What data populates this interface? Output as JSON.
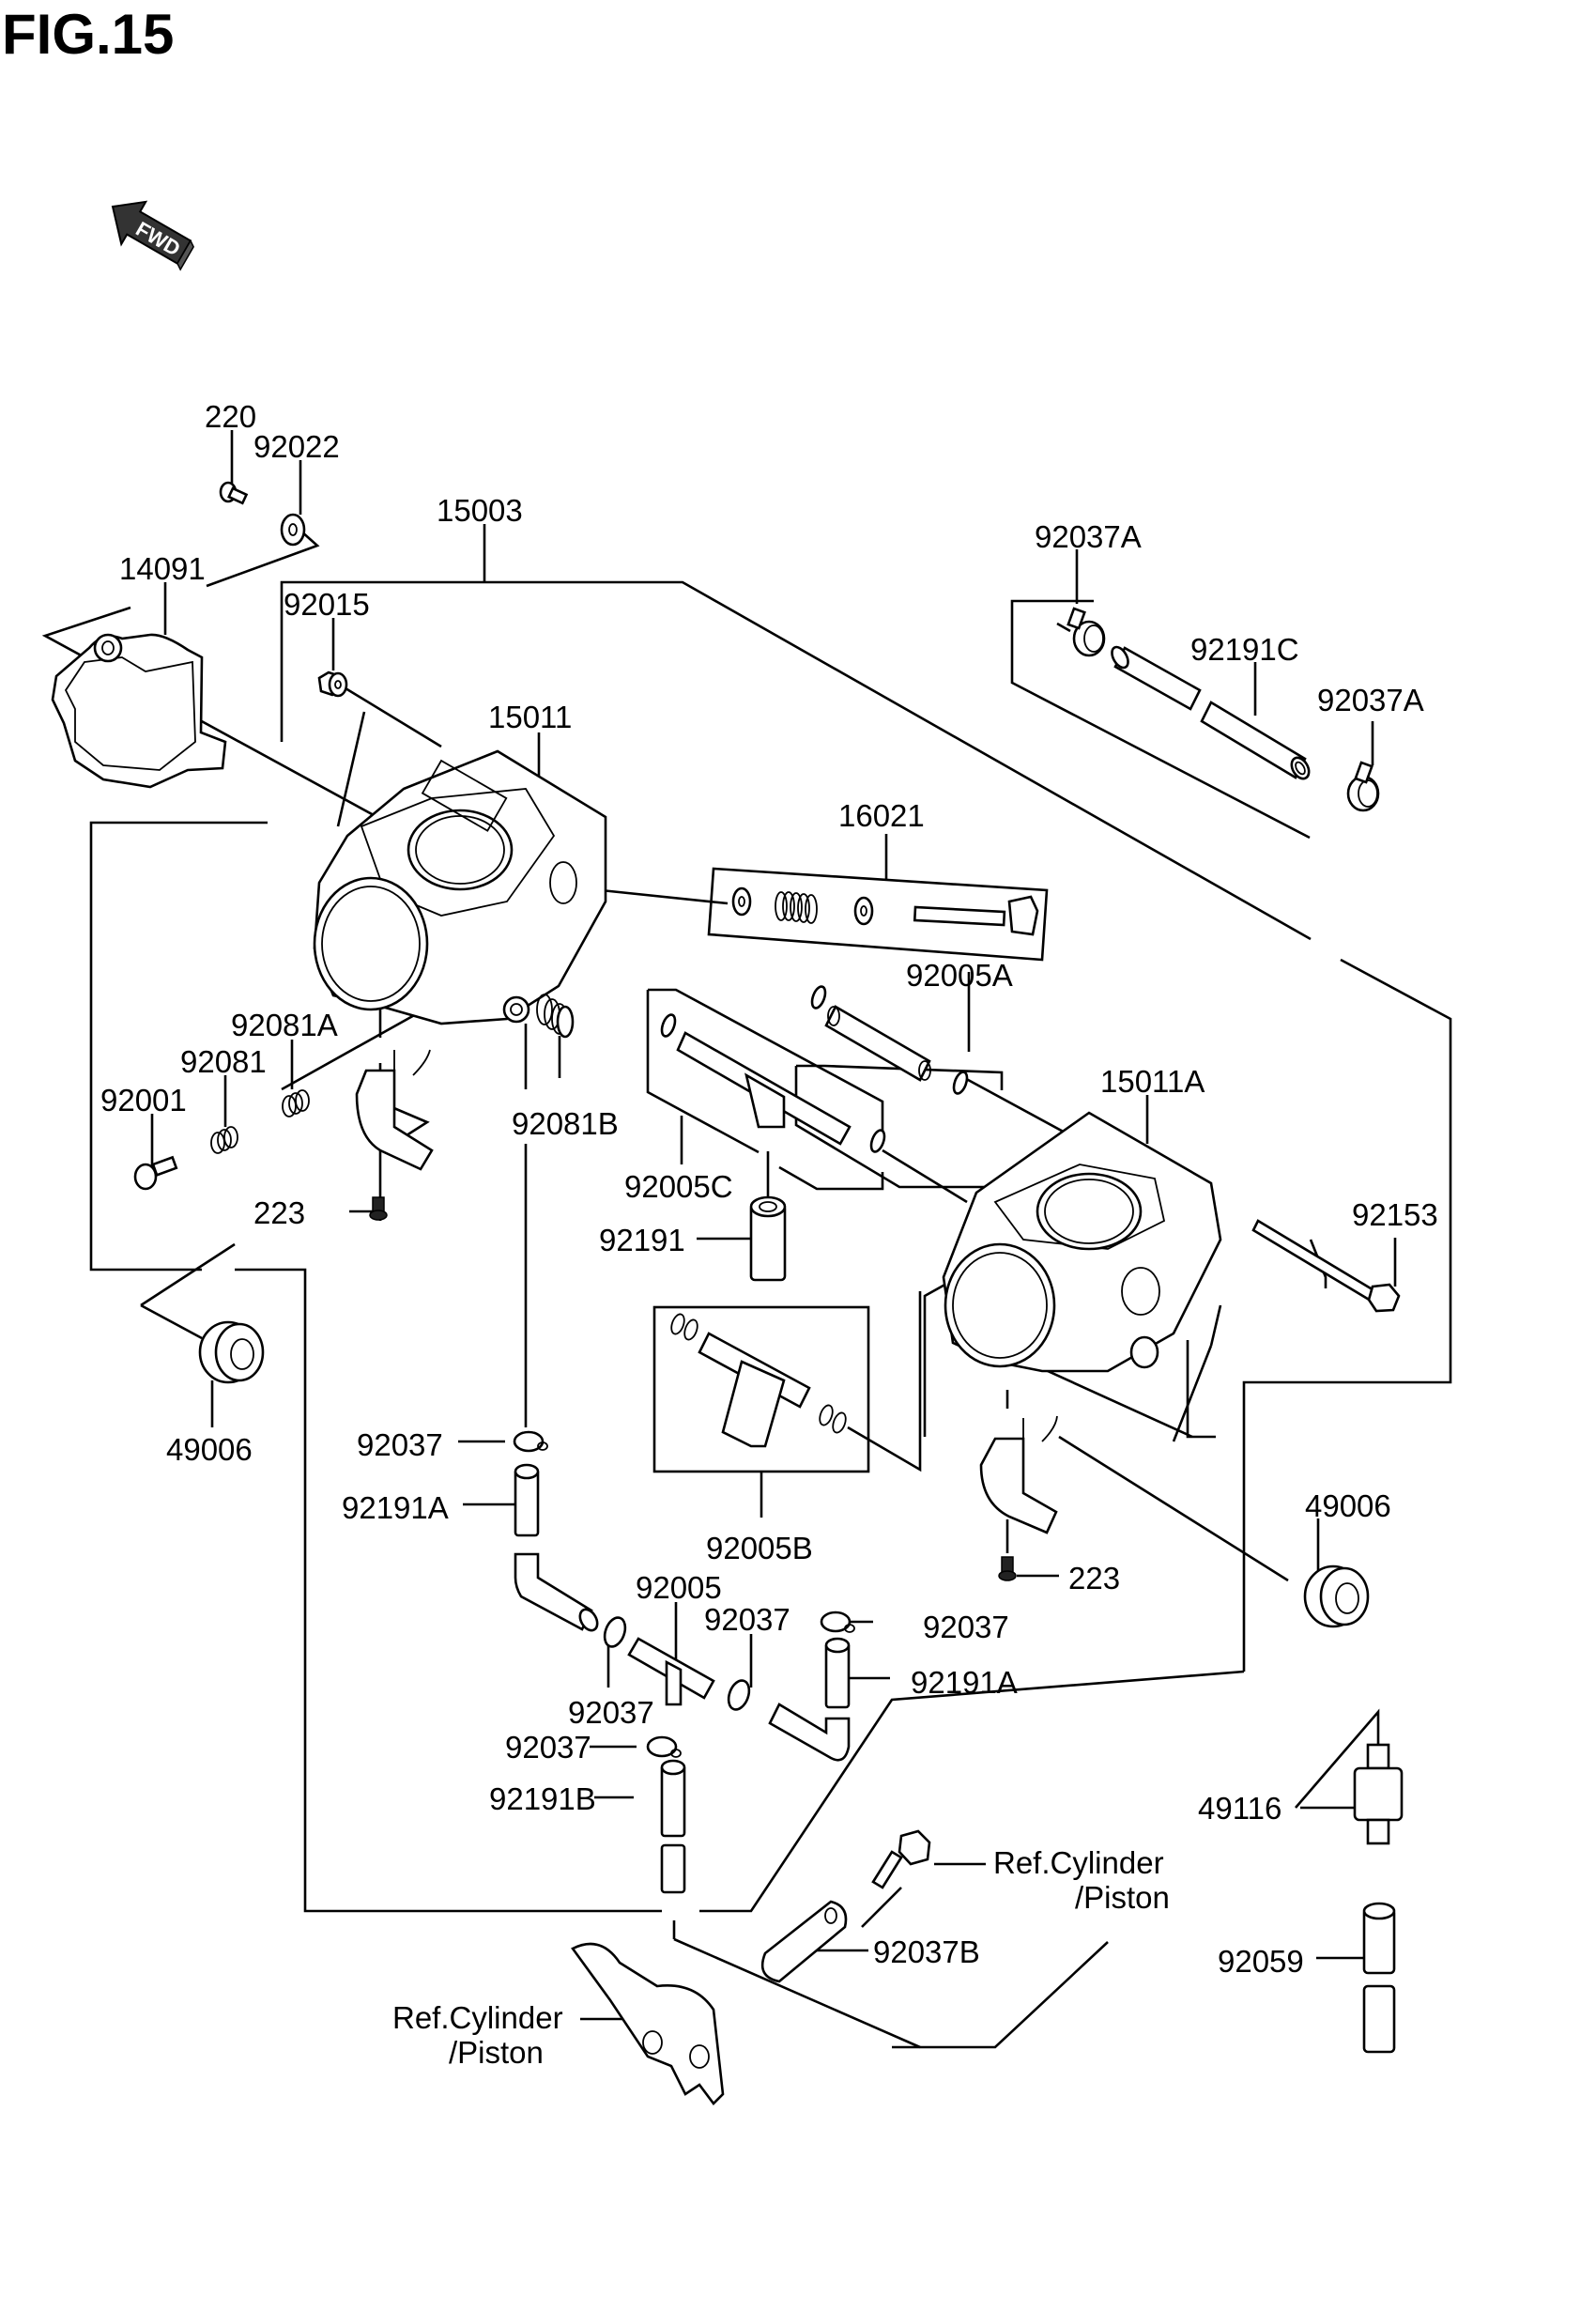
{
  "figure": {
    "title": "FIG.15",
    "direction_indicator": "FWD"
  },
  "labels": {
    "p220": "220",
    "p92022": "92022",
    "p15003": "15003",
    "p14091": "14091",
    "p92015": "92015",
    "p15011": "15011",
    "p92037A_top": "92037A",
    "p92191C": "92191C",
    "p92037A_right": "92037A",
    "p16021": "16021",
    "p92005A": "92005A",
    "p15011A": "15011A",
    "p92081A": "92081A",
    "p92081": "92081",
    "p92001": "92001",
    "p92081B": "92081B",
    "p223_left": "223",
    "p92005C": "92005C",
    "p92191": "92191",
    "p92153": "92153",
    "p49006_left": "49006",
    "p92037_a": "92037",
    "p92191A_left": "92191A",
    "p92005B": "92005B",
    "p49006_right": "49006",
    "p223_right": "223",
    "p92005": "92005",
    "p92037_b": "92037",
    "p92037_c": "92037",
    "p92037_d": "92037",
    "p92191A_right": "92191A",
    "p92037_e": "92037",
    "p92191B": "92191B",
    "p49116": "49116",
    "ref_cyl_right_1": "Ref.Cylinder",
    "ref_cyl_right_2": "/Piston",
    "p92037B": "92037B",
    "p92059": "92059",
    "ref_cyl_left_1": "Ref.Cylinder",
    "ref_cyl_left_2": "/Piston"
  }
}
